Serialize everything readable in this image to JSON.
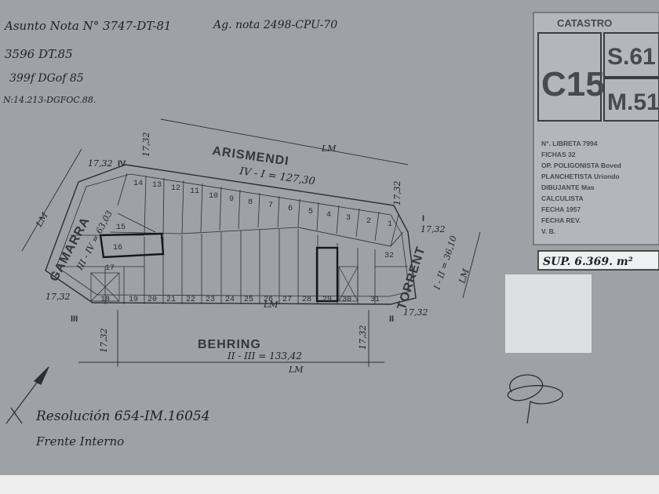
{
  "notes": {
    "line1": "Asunto Nota N° 3747-DT-81",
    "line1b": "Ag. nota 2498-CPU-70",
    "line2": "3596 DT.85",
    "line3": "399f DGof 85",
    "line4": "N:14.213-DGFOC.88."
  },
  "streets": {
    "north": "ARISMENDI",
    "north_len": "IV - I = 127,30",
    "west": "GAMARRA",
    "west_len": "III - IV = 63,03",
    "south": "BEHRING",
    "south_len": "II - III = 133,42",
    "east": "TORRENT",
    "east_len": "I - II = 36,10"
  },
  "marks": {
    "lm": "LM",
    "chamfer": "17,32",
    "v1": "I",
    "v2": "II",
    "v3": "III",
    "v4": "IV"
  },
  "lots": {
    "top_row": [
      "1",
      "2",
      "3",
      "4",
      "5",
      "6",
      "7",
      "8",
      "9",
      "10",
      "11",
      "12",
      "13",
      "14"
    ],
    "bottom_row": [
      "18",
      "19",
      "20",
      "21",
      "22",
      "23",
      "24",
      "25",
      "26",
      "27",
      "28",
      "29",
      "30",
      "31"
    ],
    "west_lots": [
      "15",
      "16",
      "17"
    ],
    "east_lots": [
      "32"
    ]
  },
  "cadastre": {
    "header": "CATASTRO",
    "circ": "C15",
    "section": "S.61",
    "manzana": "M.51",
    "rows": [
      "N°. LIBRETA 7994",
      "FICHAS 32",
      "OP. POLIGONISTA Boved",
      "PLANCHETISTA Uriondo",
      "DIBUJANTE Mas",
      "CALCULISTA",
      "FECHA 1957",
      "FECHA REV.",
      "V. B."
    ],
    "surface": "SUP. 6.369. m²"
  },
  "footer": {
    "resolution": "Resolución 654-IM.16054",
    "frente": "Frente Interno"
  },
  "colors": {
    "paper": "#9ea1a6",
    "ink": "#20232a",
    "stamp_bg": "#b3b6ba"
  },
  "icons": [
    "north-arrow-icon",
    "signature-icon"
  ]
}
